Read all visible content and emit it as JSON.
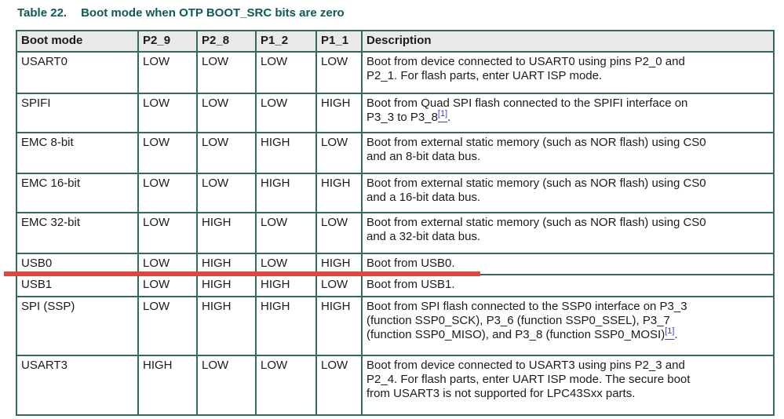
{
  "page": {
    "title_label": "Table 22.",
    "title_text": "Boot mode when OTP BOOT_SRC bits are zero"
  },
  "colors": {
    "title": "#0e5a55",
    "table_border": "#33695f",
    "header_bg": "#e9e9e9",
    "body_text": "#1b1b1b",
    "footnote_link": "#3d3dd8",
    "highlight_underline": "#e0463d"
  },
  "table": {
    "headers": [
      "Boot mode",
      "P2_9",
      "P2_8",
      "P1_2",
      "P1_1",
      "Description"
    ],
    "footnote_marker": "[1]",
    "rows": [
      {
        "mode": "USART0",
        "p2_9": "LOW",
        "p2_8": "LOW",
        "p1_2": "LOW",
        "p1_1": "LOW",
        "description": "Boot from device connected to USART0 using pins P2_0 and\nP2_1. For flash parts, enter UART ISP mode.",
        "underlined": false
      },
      {
        "mode": "SPIFI",
        "p2_9": "LOW",
        "p2_8": "LOW",
        "p1_2": "LOW",
        "p1_1": "HIGH",
        "description": "Boot from Quad SPI flash connected to the SPIFI interface on\nP3_3 to P3_8[1].",
        "underlined": false
      },
      {
        "mode": "EMC 8-bit",
        "p2_9": "LOW",
        "p2_8": "LOW",
        "p1_2": "HIGH",
        "p1_1": "LOW",
        "description": "Boot from external static memory (such as NOR flash) using CS0\nand an 8-bit data bus.",
        "underlined": false
      },
      {
        "mode": "EMC 16-bit",
        "p2_9": "LOW",
        "p2_8": "LOW",
        "p1_2": "HIGH",
        "p1_1": "HIGH",
        "description": "Boot from external static memory (such as NOR flash) using CS0\nand a 16-bit data bus.",
        "underlined": false
      },
      {
        "mode": "EMC 32-bit",
        "p2_9": "LOW",
        "p2_8": "HIGH",
        "p1_2": "LOW",
        "p1_1": "LOW",
        "description": "Boot from external static memory (such as NOR flash) using CS0\nand a 32-bit data bus.",
        "underlined": false
      },
      {
        "mode": "USB0",
        "p2_9": "LOW",
        "p2_8": "HIGH",
        "p1_2": "LOW",
        "p1_1": "HIGH",
        "description": "Boot from USB0.",
        "underlined": true
      },
      {
        "mode": "USB1",
        "p2_9": "LOW",
        "p2_8": "HIGH",
        "p1_2": "HIGH",
        "p1_1": "LOW",
        "description": "Boot from USB1.",
        "underlined": false
      },
      {
        "mode": "SPI (SSP)",
        "p2_9": "LOW",
        "p2_8": "HIGH",
        "p1_2": "HIGH",
        "p1_1": "HIGH",
        "description": "Boot from SPI flash connected to the SSP0 interface on P3_3\n(function SSP0_SCK), P3_6 (function SSP0_SSEL), P3_7\n(function SSP0_MISO), and P3_8 (function SSP0_MOSI)[1].",
        "underlined": false
      },
      {
        "mode": "USART3",
        "p2_9": "HIGH",
        "p2_8": "LOW",
        "p1_2": "LOW",
        "p1_1": "LOW",
        "description": "Boot from device connected to USART3 using pins P2_3 and\nP2_4. For flash parts, enter UART ISP mode. The secure boot\nfrom USART3 is not supported for LPC43Sxx parts.",
        "underlined": false
      }
    ]
  }
}
